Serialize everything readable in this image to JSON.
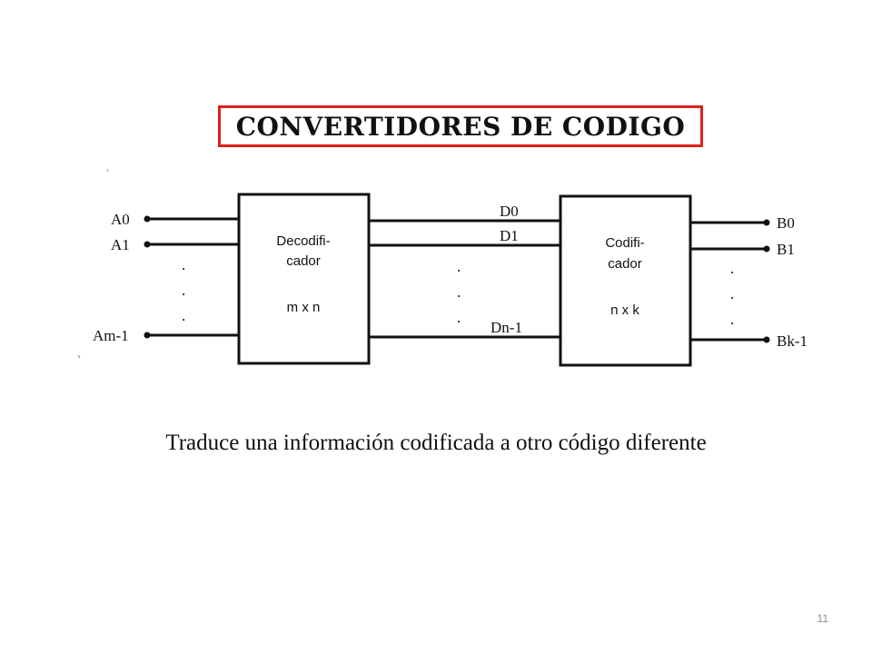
{
  "title": "CONVERTIDORES DE CODIGO",
  "decoder": {
    "line1": "Decodifi-",
    "line2": "cador",
    "size": "m x n"
  },
  "encoder": {
    "line1": "Codifi-",
    "line2": "cador",
    "size": "n x k"
  },
  "inputs": {
    "a0": "A0",
    "a1": "A1",
    "am1": "Am-1"
  },
  "middle": {
    "d0": "D0",
    "d1": "D1",
    "dn1": "Dn-1"
  },
  "outputs": {
    "b0": "B0",
    "b1": "B1",
    "bk1": "Bk-1"
  },
  "ellipsis": ".",
  "caption": "Traduce una información codificada a otro código diferente",
  "page_number": "11"
}
